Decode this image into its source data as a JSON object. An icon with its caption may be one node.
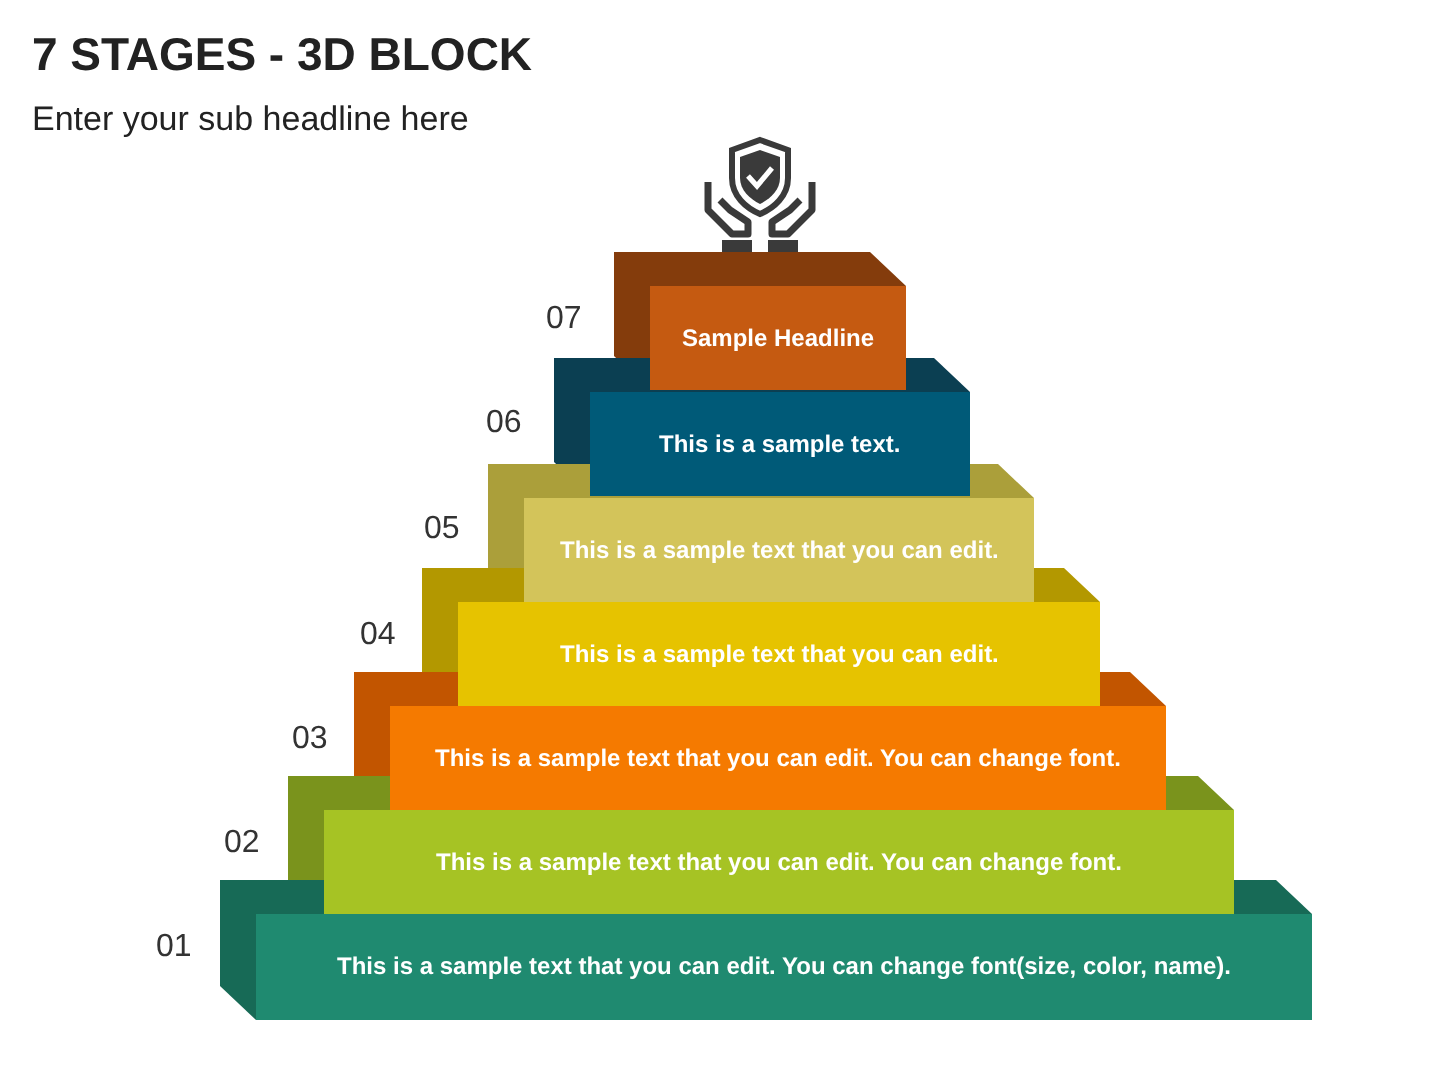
{
  "diagram": {
    "title": "7 STAGES - 3D BLOCK",
    "nodes": [
      {
        "text": [
          "Sample Headline"
        ],
        "beside": [
          "07"
        ]
      },
      {
        "text": [
          "This is a sample text."
        ],
        "beside": [
          "06"
        ]
      },
      {
        "text": [
          "This is a sample text that you can edit."
        ],
        "beside": [
          "05"
        ]
      },
      {
        "text": [
          "This is a sample text that you can edit."
        ],
        "beside": [
          "04"
        ]
      },
      {
        "text": [
          "This is a sample text that you can edit. You can change font."
        ],
        "beside": [
          "03"
        ]
      },
      {
        "text": [
          "This is a sample text that you can edit. You can change font."
        ],
        "beside": [
          "02"
        ]
      },
      {
        "text": [
          "This is a sample text that you can edit. You can change font(size, color, name)."
        ],
        "beside": [
          "01"
        ]
      }
    ],
    "labels": [
      "Enter your sub headline here"
    ]
  }
}
